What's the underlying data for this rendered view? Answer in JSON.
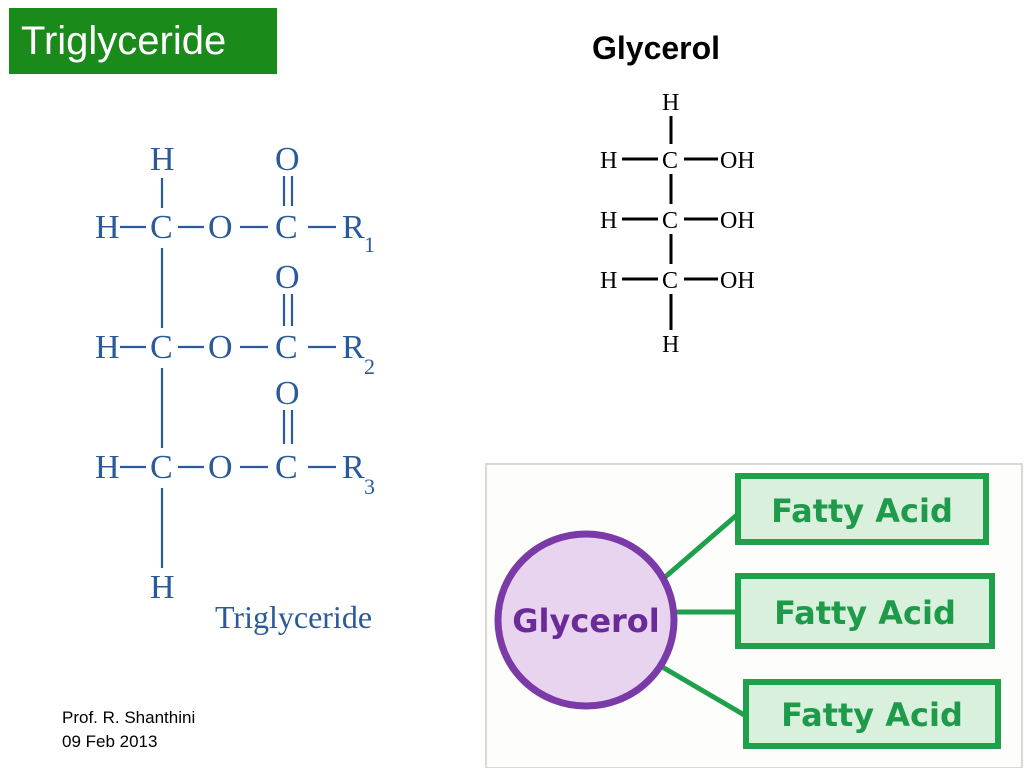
{
  "slide": {
    "title": "Triglyceride",
    "glycerol_heading": "Glycerol",
    "footer": {
      "author": "Prof. R. Shanthini",
      "date": "09 Feb 2013"
    }
  },
  "triglyceride_structure": {
    "caption": "Triglyceride",
    "color": "#2a5a9a",
    "atoms": {
      "H": "H",
      "C": "C",
      "O": "O"
    },
    "r_groups": [
      "R",
      "R",
      "R"
    ],
    "r_subscripts": [
      "1",
      "2",
      "3"
    ]
  },
  "glycerol_structure": {
    "H": "H",
    "C": "C",
    "OH": "OH"
  },
  "diagram": {
    "center": "Glycerol",
    "branches": [
      "Fatty Acid",
      "Fatty Acid",
      "Fatty Acid"
    ],
    "center_color": "#7a3aa8",
    "branch_color": "#1fa04a"
  }
}
